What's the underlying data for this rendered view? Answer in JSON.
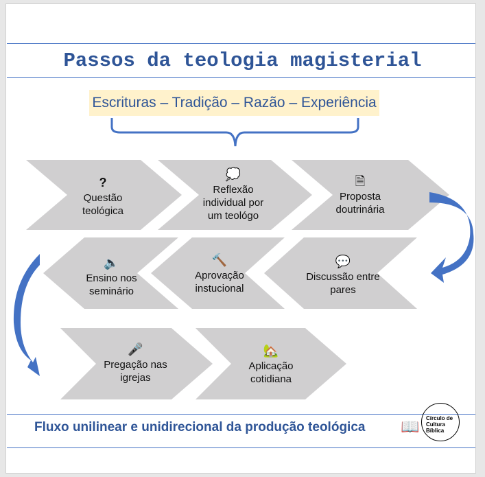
{
  "title": "Passos da teologia magisterial",
  "sources": "Escrituras – Tradição – Razão – Experiência",
  "steps": [
    {
      "label": "Questão teológica",
      "icon": "question-mark-icon",
      "glyph": "?"
    },
    {
      "label": "Reflexão individual por um teológo",
      "icon": "thought-bubble-icon",
      "glyph": "💭"
    },
    {
      "label": "Proposta doutrinária",
      "icon": "document-icon",
      "glyph": "🗎"
    },
    {
      "label": "Discussão entre pares",
      "icon": "speech-bubble-icon",
      "glyph": "💬"
    },
    {
      "label": "Aprovação instucional",
      "icon": "hammer-icon",
      "glyph": "🔨"
    },
    {
      "label": "Ensino nos seminário",
      "icon": "speaker-icon",
      "glyph": "🔈"
    },
    {
      "label": "Pregação nas igrejas",
      "icon": "microphone-icon",
      "glyph": "🎤"
    },
    {
      "label": "Aplicação cotidiana",
      "icon": "house-icon",
      "glyph": "🏡"
    }
  ],
  "footer": "Fluxo unilinear e unidirecional da produção teológica",
  "logo": {
    "text": "Círculo de Cultura Bíblica",
    "icon": "book-icon",
    "glyph": "📖"
  },
  "colors": {
    "accent": "#2f5597",
    "arrow": "#4472c4",
    "chevron": "#d0cfd0",
    "highlight": "#fff2cc"
  }
}
